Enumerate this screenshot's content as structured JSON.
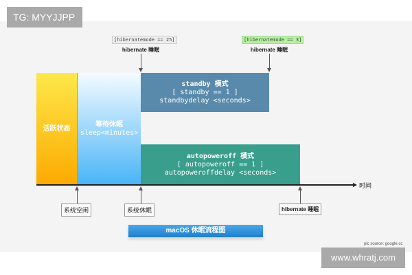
{
  "watermark_top": "TG: MYYJJPP",
  "watermark_bottom": "www.whratj.com",
  "top_markers": [
    {
      "code": "[hibernatemode == 25]",
      "label": "hibernate 睡眠"
    },
    {
      "code": "[hibernatemode == 3]",
      "label": "hibernate 睡眠"
    }
  ],
  "states": {
    "active": "活跃状态",
    "waiting": {
      "title": "等待休眠",
      "detail": "sleep<minutes>"
    },
    "standby": {
      "title": "standby 模式",
      "cond": "[ standby == 1 ]",
      "detail": "standbydelay <seconds>"
    },
    "autopoweroff": {
      "title": "autopoweroff 模式",
      "cond": "[ autopoweroff == 1 ]",
      "detail": "autopoweroffdelay <seconds>"
    }
  },
  "axis_label": "时间",
  "bottom_markers": [
    "系统空闲",
    "系统休眠",
    "hibernate 睡眠"
  ],
  "title": "macOS 休眠流程图",
  "source": "pic source: google.cc",
  "colors": {
    "active": "#fdb813",
    "waiting": "#5bb8f5",
    "standby": "#5a8aab",
    "autopoweroff": "#3a9e8c",
    "title": "#2a8fd8"
  }
}
